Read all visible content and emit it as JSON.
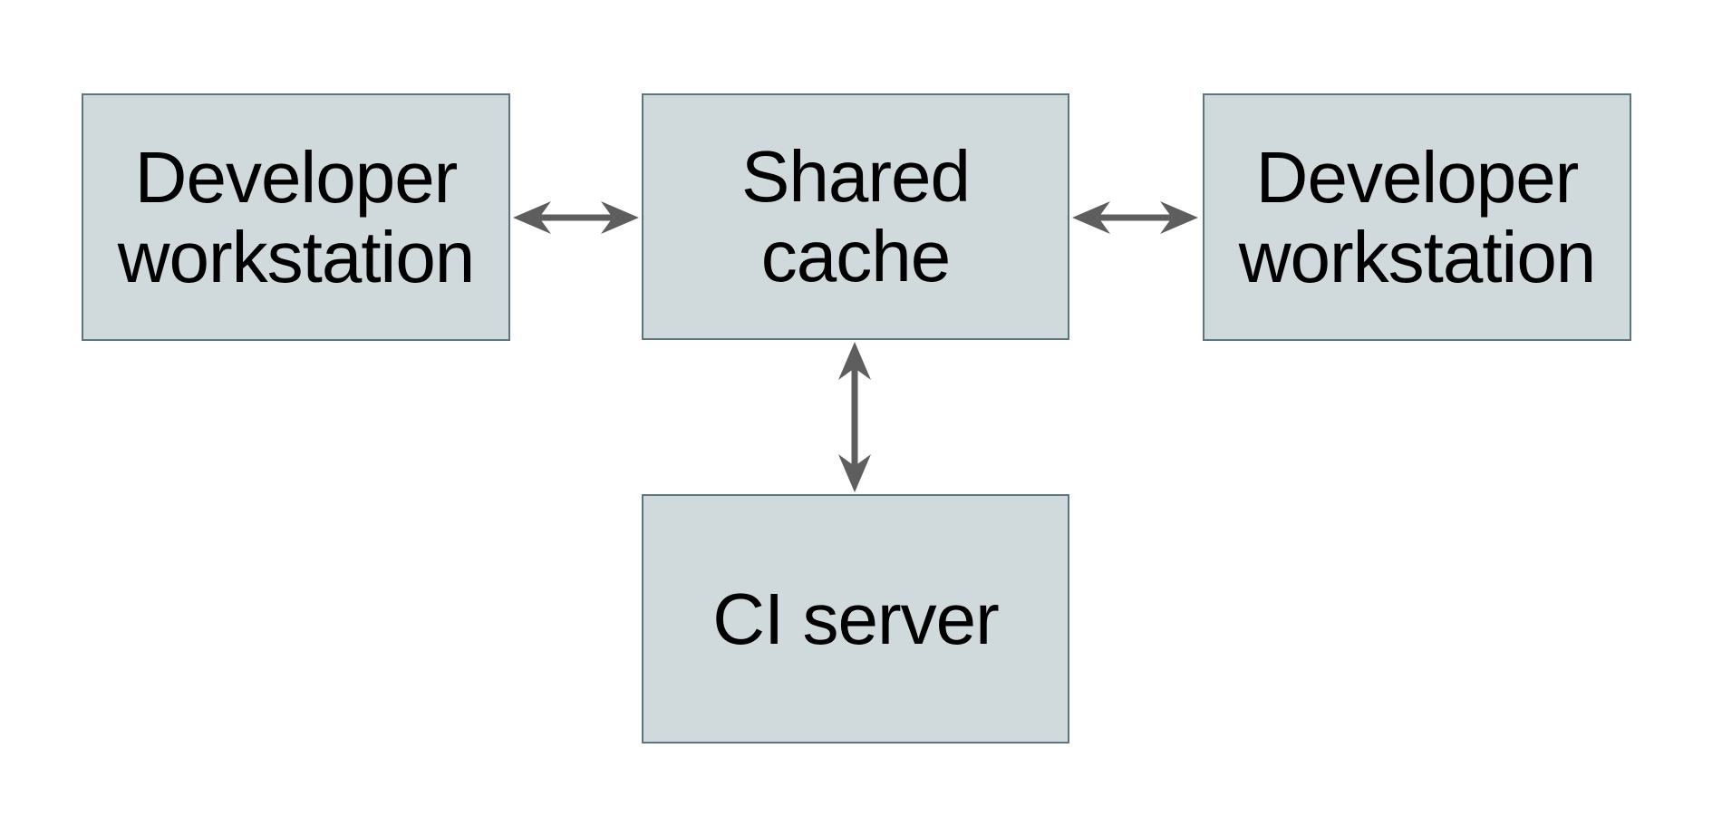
{
  "diagram": {
    "colors": {
      "background": "#ffffff",
      "node_fill": "#d0d9dc",
      "node_border": "#5c757f",
      "arrow": "#5e5e5e",
      "text": "#000000"
    },
    "nodes": [
      {
        "id": "developer-workstation-left",
        "label": "Developer workstation"
      },
      {
        "id": "shared-cache",
        "label": "Shared cache"
      },
      {
        "id": "developer-workstation-right",
        "label": "Developer workstation"
      },
      {
        "id": "ci-server",
        "label": "CI server"
      }
    ],
    "edges": [
      {
        "from": "developer-workstation-left",
        "to": "shared-cache",
        "type": "bidirectional"
      },
      {
        "from": "shared-cache",
        "to": "developer-workstation-right",
        "type": "bidirectional"
      },
      {
        "from": "shared-cache",
        "to": "ci-server",
        "type": "bidirectional"
      }
    ]
  }
}
